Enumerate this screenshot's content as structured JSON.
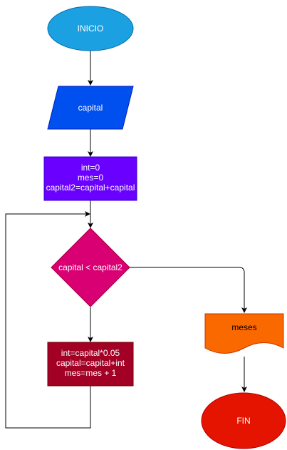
{
  "nodes": {
    "start": {
      "label": "INICIO",
      "fill": "#1ba1e2",
      "stroke": "#006eaf"
    },
    "input": {
      "label": "capital",
      "fill": "#0050ef",
      "stroke": "#001dbc"
    },
    "init": {
      "lines": [
        "int=0",
        "mes=0",
        "capital2=capital+capital"
      ],
      "fill": "#6a00ff",
      "stroke": "#3700cc"
    },
    "decision": {
      "label": "capital < capital2",
      "fill": "#d80073",
      "stroke": "#a50040"
    },
    "process": {
      "lines": [
        "int=capital*0.05",
        "capital=capital+int",
        "mes=mes + 1"
      ],
      "fill": "#a20025",
      "stroke": "#6f0000"
    },
    "output": {
      "label": "meses",
      "fill": "#fa6800",
      "stroke": "#c73500"
    },
    "end": {
      "label": "FIN",
      "fill": "#e51400",
      "stroke": "#b20000"
    }
  }
}
